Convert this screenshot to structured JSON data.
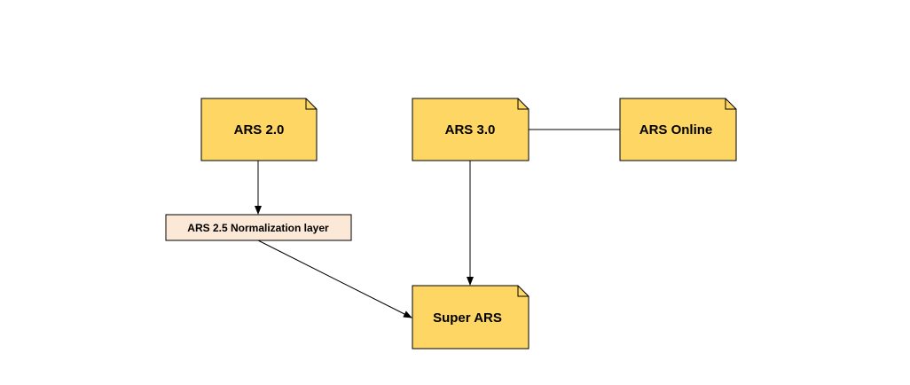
{
  "colors": {
    "note_fill": "#fdd663",
    "layer_fill": "#fce8d6",
    "stroke": "#000000",
    "background": "#ffffff"
  },
  "nodes": {
    "ars_2_0": {
      "label": "ARS 2.0",
      "shape": "note"
    },
    "ars_3_0": {
      "label": "ARS 3.0",
      "shape": "note"
    },
    "ars_online": {
      "label": "ARS Online",
      "shape": "note"
    },
    "ars_2_5_layer": {
      "label": "ARS 2.5 Normalization layer",
      "shape": "rectangle"
    },
    "super_ars": {
      "label": "Super ARS",
      "shape": "note"
    }
  },
  "edges": [
    {
      "from": "ARS 2.0",
      "to": "ARS 2.5 Normalization layer",
      "arrow": true
    },
    {
      "from": "ARS 2.5 Normalization layer",
      "to": "Super ARS",
      "arrow": true
    },
    {
      "from": "ARS 3.0",
      "to": "Super ARS",
      "arrow": true
    },
    {
      "from": "ARS 3.0",
      "to": "ARS Online",
      "arrow": false
    }
  ]
}
